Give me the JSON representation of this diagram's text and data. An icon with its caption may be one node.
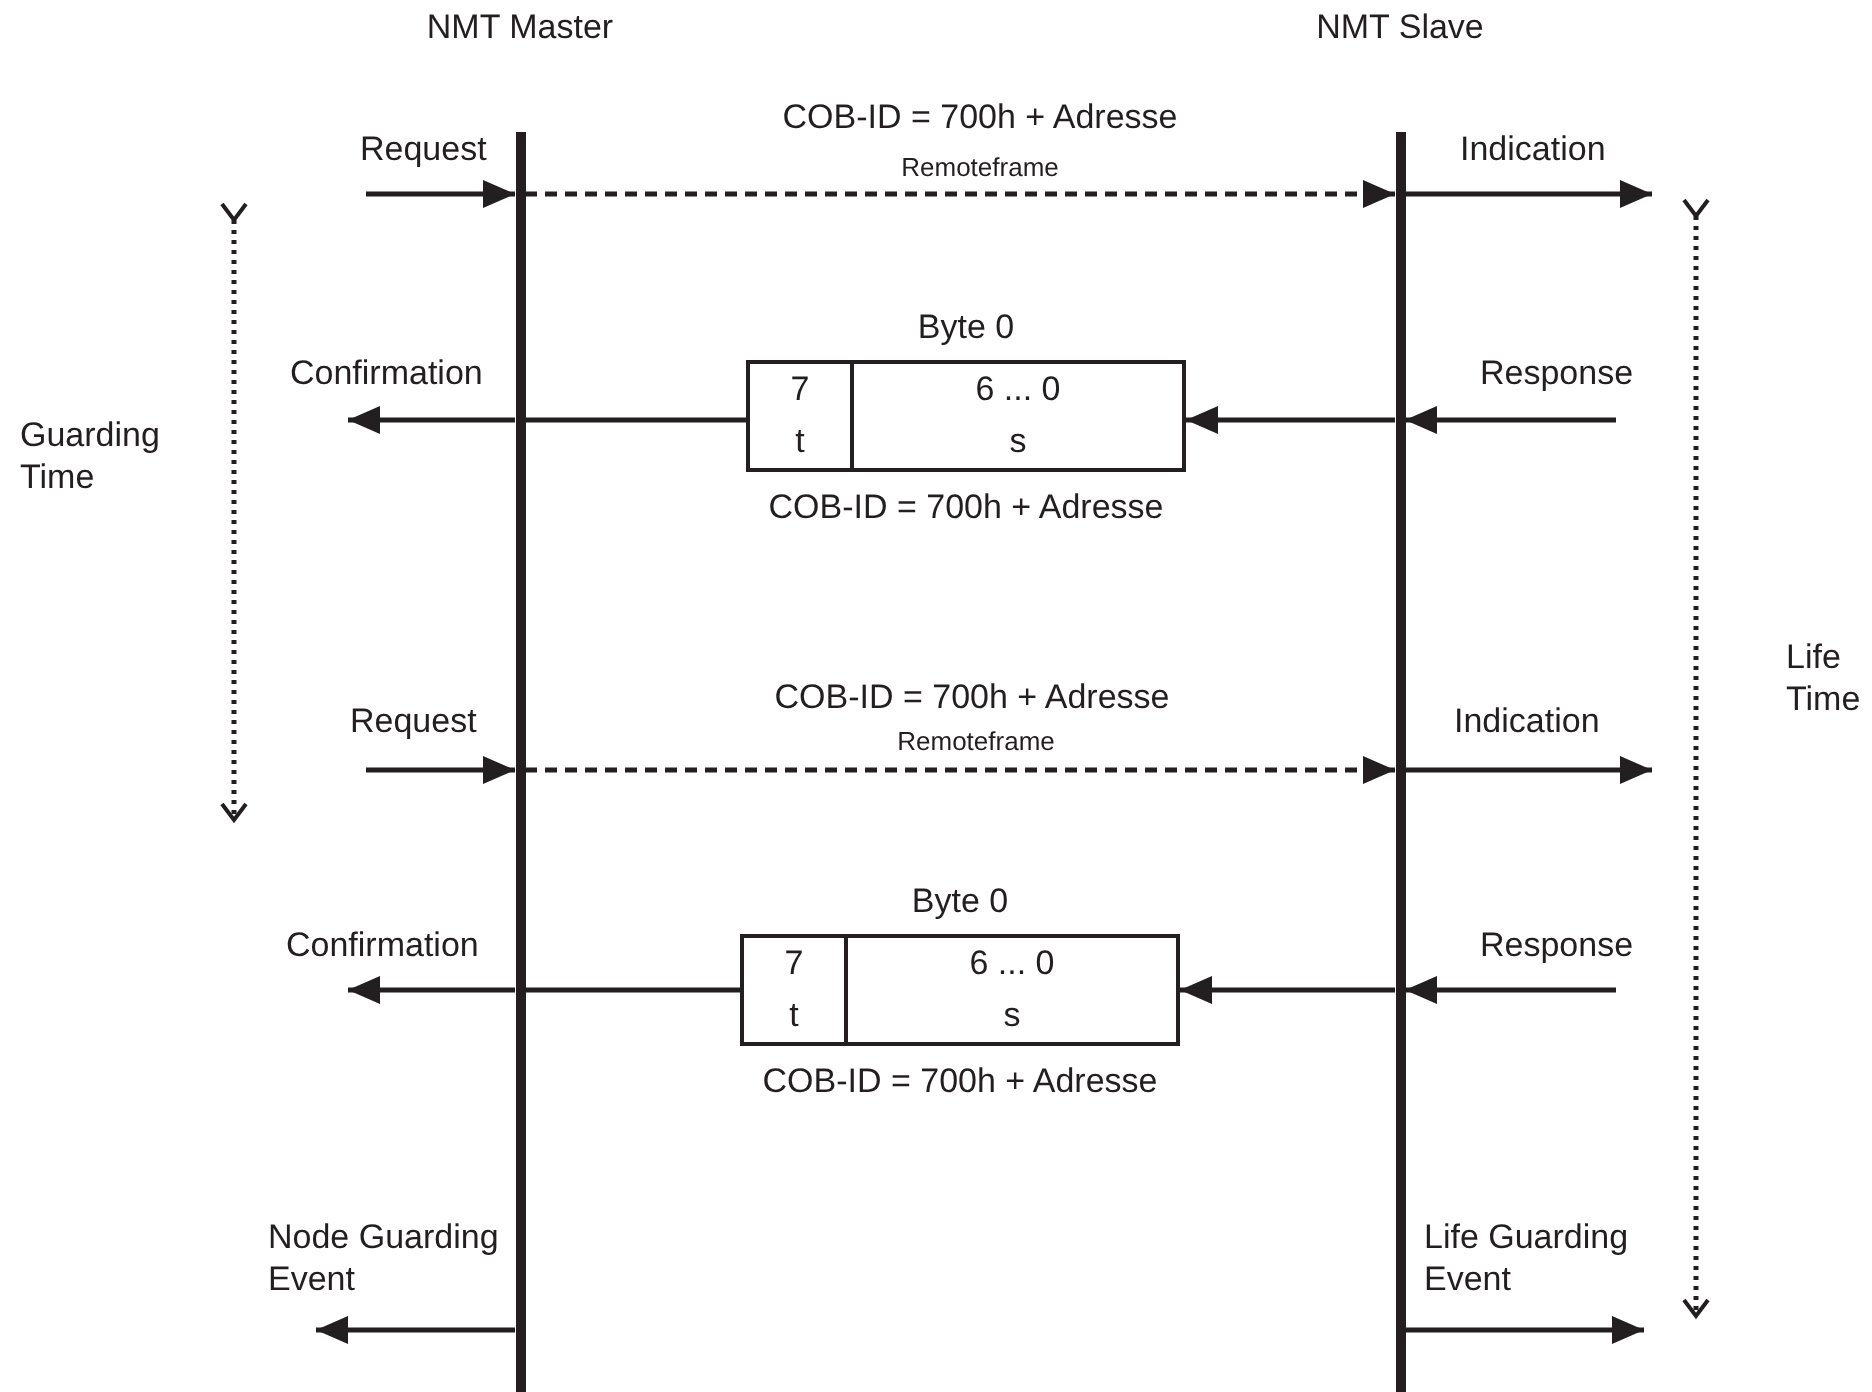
{
  "diagram": {
    "nodes": [
      {
        "text": [
          "NMT Master"
        ]
      },
      {
        "text": [
          "NMT Slave"
        ]
      },
      {
        "text": [
          "Byte 0",
          "7",
          "6 ... 0",
          "t",
          "s"
        ],
        "beside": [
          "COB-ID = 700h + Adresse"
        ]
      },
      {
        "text": [
          "Byte 0",
          "7",
          "6 ... 0",
          "t",
          "s"
        ],
        "beside": [
          "COB-ID = 700h + Adresse"
        ]
      }
    ],
    "edges": [
      {
        "from": null,
        "to": 0,
        "arrow": "to",
        "label": "Request"
      },
      {
        "from": 0,
        "to": 1,
        "arrow": "to",
        "style": "dashed",
        "label": "COB-ID = 700h + Adresse"
      },
      {
        "from": 1,
        "to": null,
        "arrow": "to",
        "label": "Indication"
      },
      {
        "from": null,
        "to": 1,
        "arrow": "to",
        "label": "Response"
      },
      {
        "from": 1,
        "to": 2,
        "arrow": "to"
      },
      {
        "from": 2,
        "to": 0,
        "arrow": "none"
      },
      {
        "from": 0,
        "to": null,
        "arrow": "to",
        "label": "Confirmation"
      },
      {
        "from": null,
        "to": 0,
        "arrow": "to",
        "label": "Request"
      },
      {
        "from": 0,
        "to": 1,
        "arrow": "to",
        "style": "dashed",
        "label": "COB-ID = 700h + Adresse"
      },
      {
        "from": 1,
        "to": null,
        "arrow": "to",
        "label": "Indication"
      },
      {
        "from": null,
        "to": 1,
        "arrow": "to",
        "label": "Response"
      },
      {
        "from": 1,
        "to": 3,
        "arrow": "to"
      },
      {
        "from": 3,
        "to": 0,
        "arrow": "none"
      },
      {
        "from": 0,
        "to": null,
        "arrow": "to",
        "label": "Confirmation"
      },
      {
        "from": 0,
        "to": null,
        "arrow": "to",
        "label": "Node Guarding Event"
      },
      {
        "from": 1,
        "to": null,
        "arrow": "to",
        "label": "Life Guarding Event"
      }
    ],
    "labels": [
      "Remoteframe",
      "Guarding Time",
      "Life Time",
      "Remoteframe"
    ]
  }
}
